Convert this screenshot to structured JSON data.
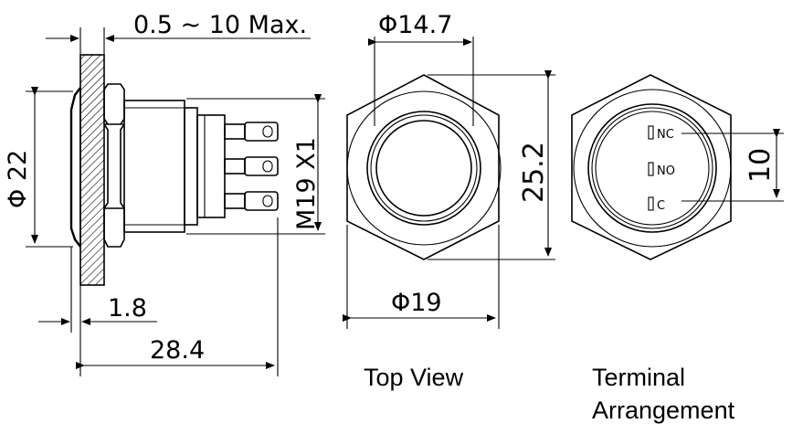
{
  "dimensions": {
    "panel_range": "0.5 ~ 10 Max.",
    "head_diameter": "Φ 22",
    "thread": "M19 X1",
    "flange_thickness": "1.8",
    "overall_length": "28.4",
    "top_outer": "Φ14.7",
    "hex_across_corners": "25.2",
    "hex_across_flats": "Φ19",
    "terminal_pitch": "10"
  },
  "terminals": [
    "NC",
    "NO",
    "C"
  ],
  "captions": {
    "top_view": "Top View",
    "terminal_line1": "Terminal",
    "terminal_line2": "Arrangement"
  }
}
